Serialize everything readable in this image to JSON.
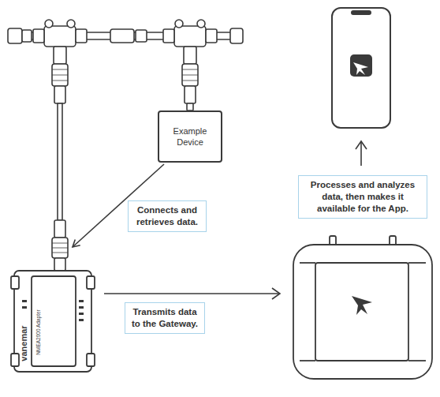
{
  "diagram": {
    "nodes": [
      {
        "text": [
          "Example Device"
        ]
      },
      {
        "text": [
          "Processes and analyzes data, then makes it available for the App."
        ]
      },
      {
        "text": [
          "Connects and retrieves data."
        ]
      },
      {
        "text": [
          "vanemar",
          "NMEA2000 Adapter"
        ]
      },
      {
        "text": [
          "Transmits data to the Gateway."
        ]
      }
    ],
    "edges": [
      {
        "from": 0,
        "to": 3,
        "arrow": "to"
      }
    ]
  }
}
